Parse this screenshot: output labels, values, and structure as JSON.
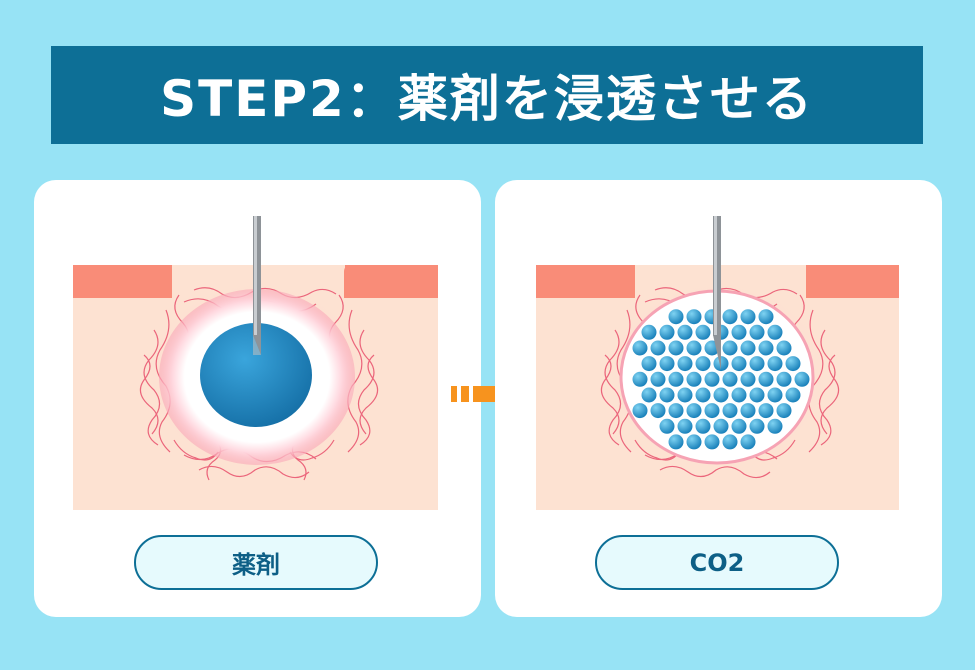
{
  "title": "STEP2：薬剤を浸透させる",
  "panels": [
    {
      "label": "薬剤",
      "illustration": "drug-pool-illustration"
    },
    {
      "label": "CO2",
      "illustration": "co2-bubbles-illustration"
    }
  ],
  "arrow": "right-arrow-icon",
  "colors": {
    "background": "#97e3f5",
    "banner": "#0d6f96",
    "skin_top": "#f98c78",
    "skin_body": "#fde2d2",
    "fibers": "#e8506c",
    "drug": "#1e8cc8",
    "arrow": "#f7931e"
  }
}
